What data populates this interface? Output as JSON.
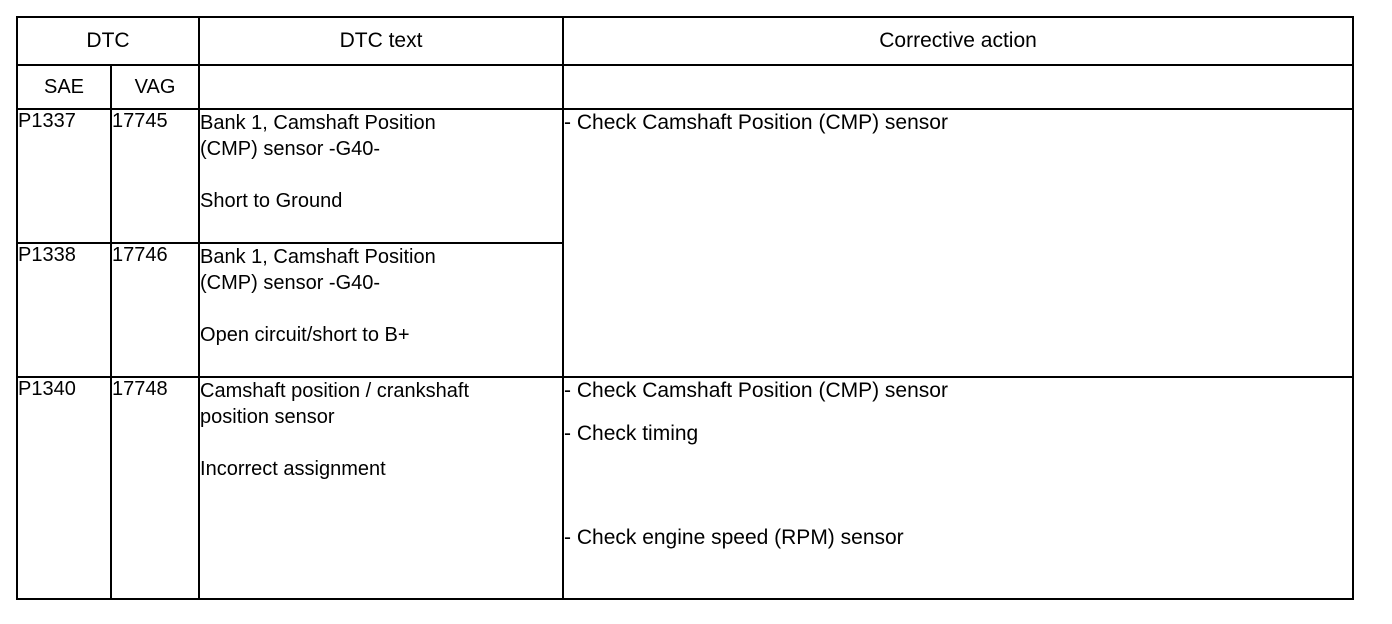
{
  "table": {
    "headers": {
      "dtc_group": "DTC",
      "sae": "SAE",
      "vag": "VAG",
      "dtc_text": "DTC text",
      "corrective_action": "Corrective action"
    },
    "rows": [
      {
        "sae": "P1337",
        "vag": "17745",
        "text_lines": [
          "Bank 1, Camshaft Position",
          "(CMP) sensor -G40-"
        ],
        "fault": "Short to Ground"
      },
      {
        "sae": "P1338",
        "vag": "17746",
        "text_lines": [
          "Bank 1, Camshaft Position",
          "(CMP) sensor -G40-"
        ],
        "fault": "Open circuit/short to B+"
      },
      {
        "sae": "P1340",
        "vag": "17748",
        "text_lines": [
          "Camshaft position / crankshaft",
          "position sensor"
        ],
        "fault": "Incorrect assignment"
      }
    ],
    "corrective_blocks": [
      {
        "spans_rows": 2,
        "actions": [
          "- Check Camshaft Position (CMP) sensor"
        ]
      },
      {
        "spans_rows": 1,
        "actions": [
          "- Check Camshaft Position (CMP) sensor",
          "- Check timing"
        ],
        "actions_after_gap": [
          "- Check engine speed (RPM) sensor"
        ]
      }
    ]
  },
  "colors": {
    "border": "#000000",
    "text": "#000000",
    "background": "#ffffff"
  }
}
